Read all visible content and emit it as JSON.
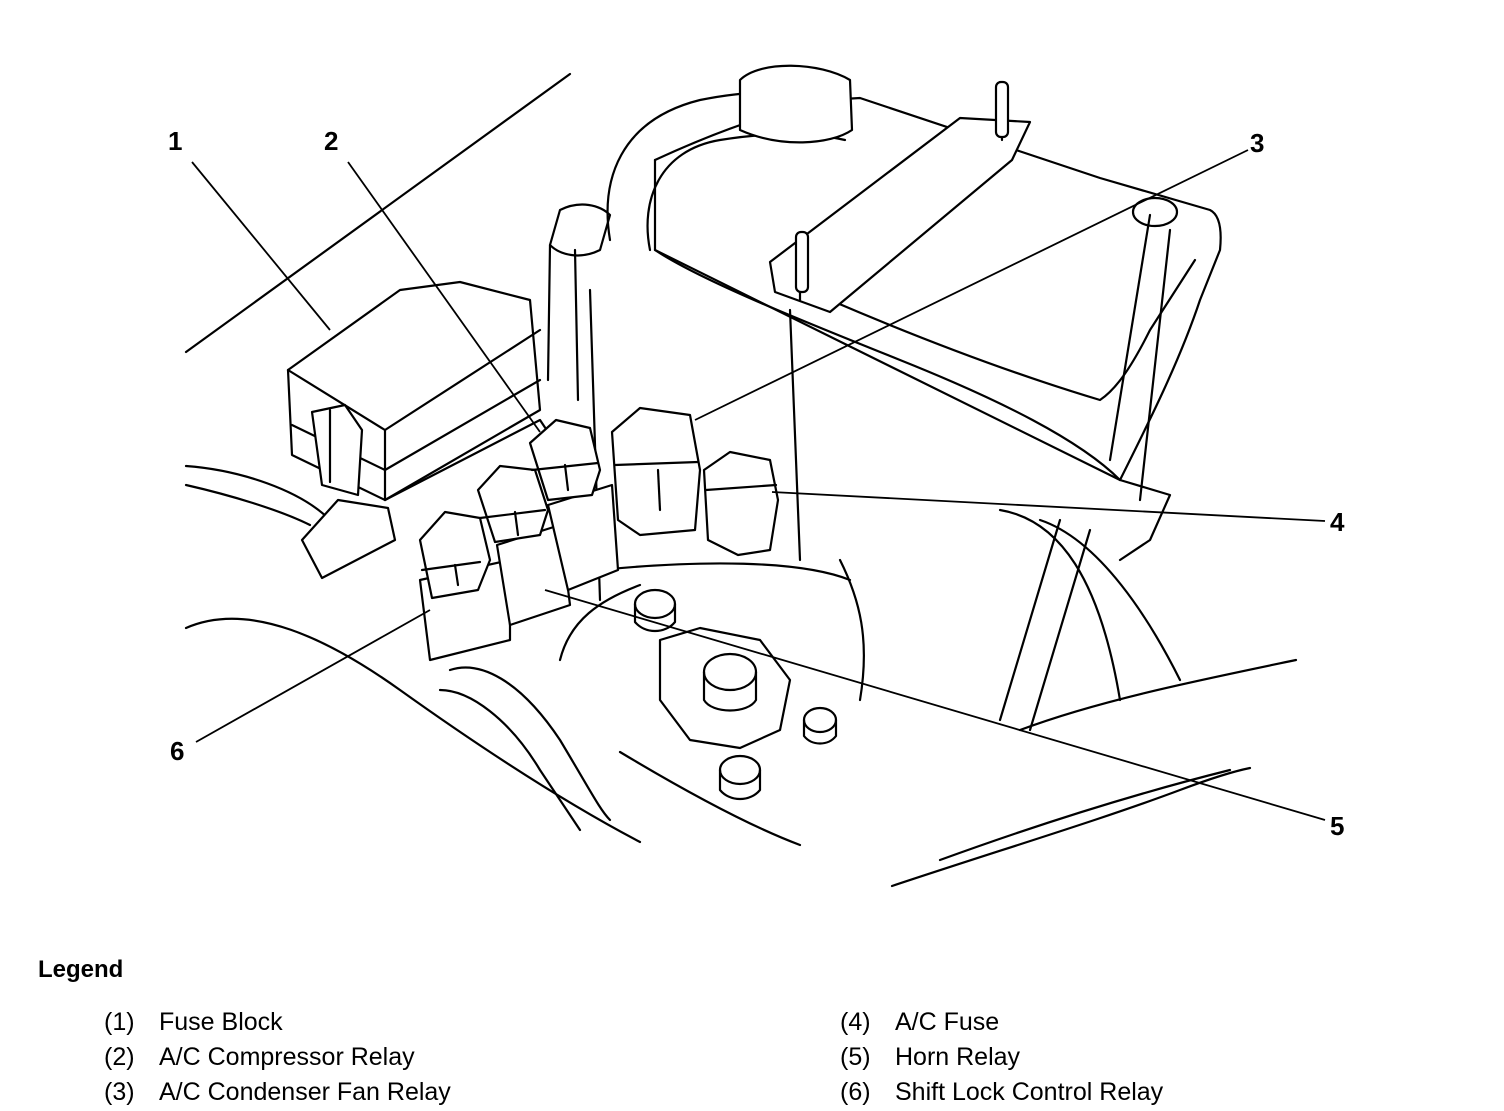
{
  "callouts": [
    {
      "id": 1,
      "label": "1"
    },
    {
      "id": 2,
      "label": "2"
    },
    {
      "id": 3,
      "label": "3"
    },
    {
      "id": 4,
      "label": "4"
    },
    {
      "id": 5,
      "label": "5"
    },
    {
      "id": 6,
      "label": "6"
    }
  ],
  "legend": {
    "title": "Legend",
    "items": [
      {
        "num": "(1)",
        "text": "Fuse Block"
      },
      {
        "num": "(2)",
        "text": "A/C Compressor Relay"
      },
      {
        "num": "(3)",
        "text": "A/C Condenser Fan Relay"
      },
      {
        "num": "(4)",
        "text": "A/C Fuse"
      },
      {
        "num": "(5)",
        "text": "Horn Relay"
      },
      {
        "num": "(6)",
        "text": "Shift Lock Control Relay"
      }
    ]
  }
}
